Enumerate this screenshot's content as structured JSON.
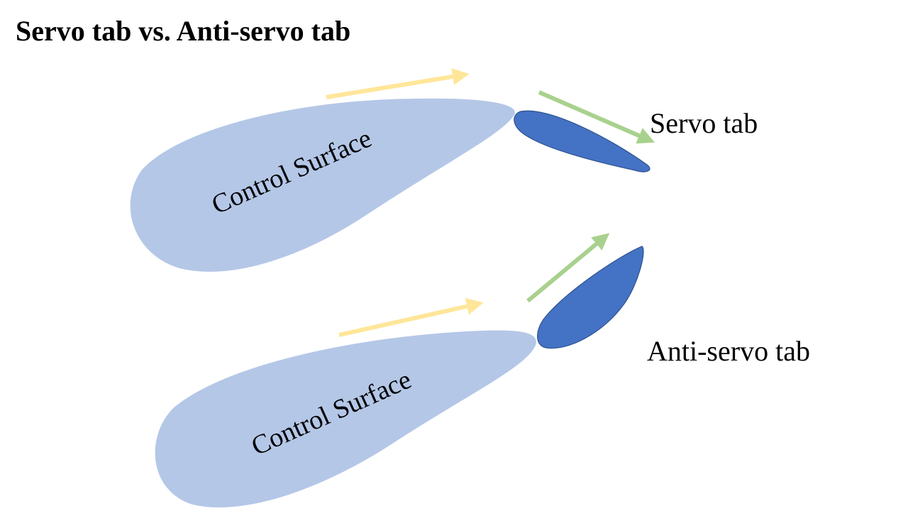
{
  "title": "Servo tab vs. Anti-servo tab",
  "diagram": {
    "top": {
      "surface_label": "Control Surface",
      "tab_label": "Servo tab"
    },
    "bottom": {
      "surface_label": "Control Surface",
      "tab_label": "Anti-servo tab"
    }
  },
  "colors": {
    "surface_fill": "#b4c7e7",
    "tab_fill": "#4472c4",
    "tab_stroke": "#2f528f",
    "airflow_arrow": "#ffe699",
    "deflection_arrow": "#a9d18e"
  }
}
